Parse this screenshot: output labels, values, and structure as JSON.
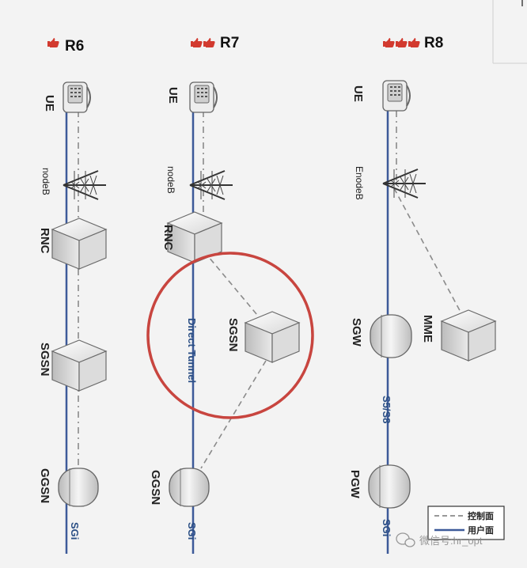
{
  "columns": {
    "r6": {
      "title": "R6",
      "ue": "UE",
      "access": "nodeB",
      "rnc": "RNC",
      "sgsn": "SGSN",
      "ggsn": "GGSN",
      "iface": "SGi"
    },
    "r7": {
      "title": "R7",
      "ue": "UE",
      "access": "nodeB",
      "rnc": "RNC",
      "tunnel": "Direct Tunnel",
      "sgsn": "SGSN",
      "ggsn": "GGSN",
      "iface": "SGi"
    },
    "r8": {
      "title": "R8",
      "ue": "UE",
      "access": "EnodeB",
      "mme": "MME",
      "sgw": "SGW",
      "s5s8": "S5/S8",
      "pgw": "PGW",
      "iface": "SGi"
    }
  },
  "legend": {
    "control": "控制面",
    "user": "用户面"
  },
  "watermark": "微信号:hr_opt",
  "colors": {
    "user_plane": "#3d5a99",
    "control_plane": "#8a8a8a",
    "circle": "#c8453f",
    "badge": "#d23a2f"
  },
  "icons": [
    "thumbs-up-icon",
    "phone-icon",
    "tower-icon",
    "wechat-icon"
  ]
}
